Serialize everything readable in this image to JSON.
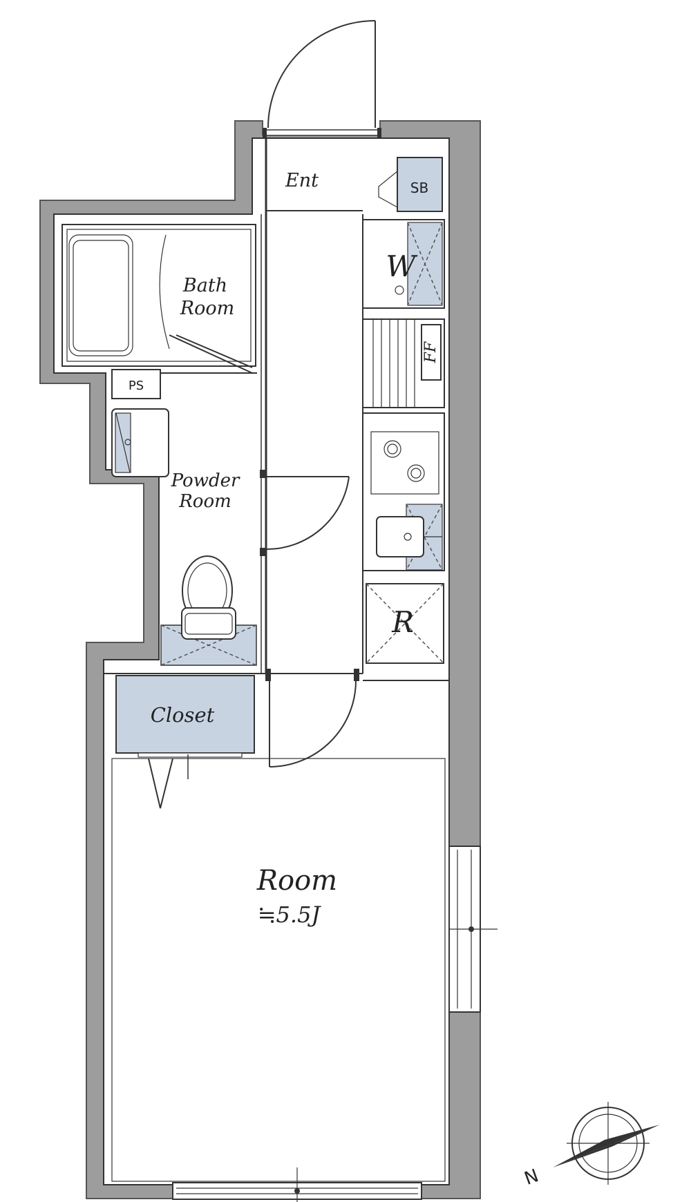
{
  "rooms": {
    "entrance": "Ent",
    "shoe_box": "SB",
    "washer": "W",
    "bath": {
      "line1": "Bath",
      "line2": "Room"
    },
    "pipe_space": "PS",
    "powder": {
      "line1": "Powder",
      "line2": "Room"
    },
    "fridge_space": "FF",
    "refrigerator": "R",
    "closet": "Closet",
    "main_room": {
      "name": "Room",
      "size": "≒5.5J"
    }
  },
  "compass": {
    "north_label": "N"
  },
  "colors": {
    "wall": "#9d9d9d",
    "storage": "#c8d3e2",
    "line": "#333333"
  }
}
